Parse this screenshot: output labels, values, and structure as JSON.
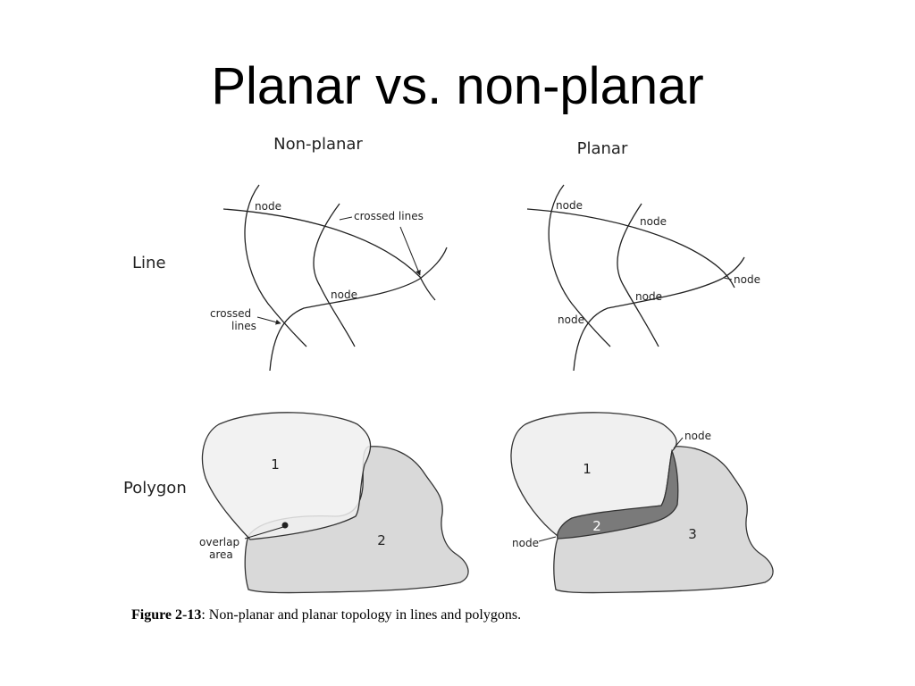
{
  "slide": {
    "title": "Planar vs. non-planar"
  },
  "figure": {
    "column_headers": {
      "nonplanar": "Non-planar",
      "planar": "Planar"
    },
    "row_labels": {
      "line": "Line",
      "polygon": "Polygon"
    },
    "nonplanar_line": {
      "node_top": "node",
      "crossed_lines_top": "crossed lines",
      "node_mid": "node",
      "crossed_lines_left_1": "crossed",
      "crossed_lines_left_2": "lines"
    },
    "planar_line": {
      "node_top": "node",
      "node_top2": "node",
      "node_right": "node",
      "node_mid": "node",
      "node_left": "node"
    },
    "nonplanar_polygon": {
      "poly1": "1",
      "poly2": "2",
      "overlap_1": "overlap",
      "overlap_2": "area"
    },
    "planar_polygon": {
      "poly1": "1",
      "poly2": "2",
      "poly3": "3",
      "node_top": "node",
      "node_left": "node"
    },
    "caption": {
      "label": "Figure 2-13",
      "text": ": Non-planar and planar topology in lines and polygons."
    },
    "colors": {
      "ink": "#222222",
      "poly_light": "#eeeeee",
      "poly_mid": "#d6d6d6",
      "poly_dark": "#7a7a7a"
    }
  }
}
